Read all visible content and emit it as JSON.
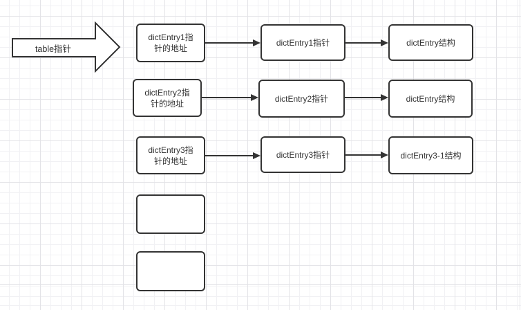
{
  "colors": {
    "background": "#ffffff",
    "grid_minor": "#f1f1f4",
    "grid_major": "#e3e3e7",
    "shape_border": "#333333",
    "shape_fill": "#ffffff",
    "text": "#333333",
    "connector": "#333333"
  },
  "block_arrow": {
    "label": "table指针"
  },
  "rows": [
    {
      "address": "dictEntry1指针的地址",
      "pointer": "dictEntry1指针",
      "struct": "dictEntry结构"
    },
    {
      "address": "dictEntry2指针的地址",
      "pointer": "dictEntry2指针",
      "struct": "dictEntry结构"
    },
    {
      "address": "dictEntry3指针的地址",
      "pointer": "dictEntry3指针",
      "struct": "dictEntry3-1结构"
    }
  ],
  "empty_boxes": [
    "",
    ""
  ]
}
